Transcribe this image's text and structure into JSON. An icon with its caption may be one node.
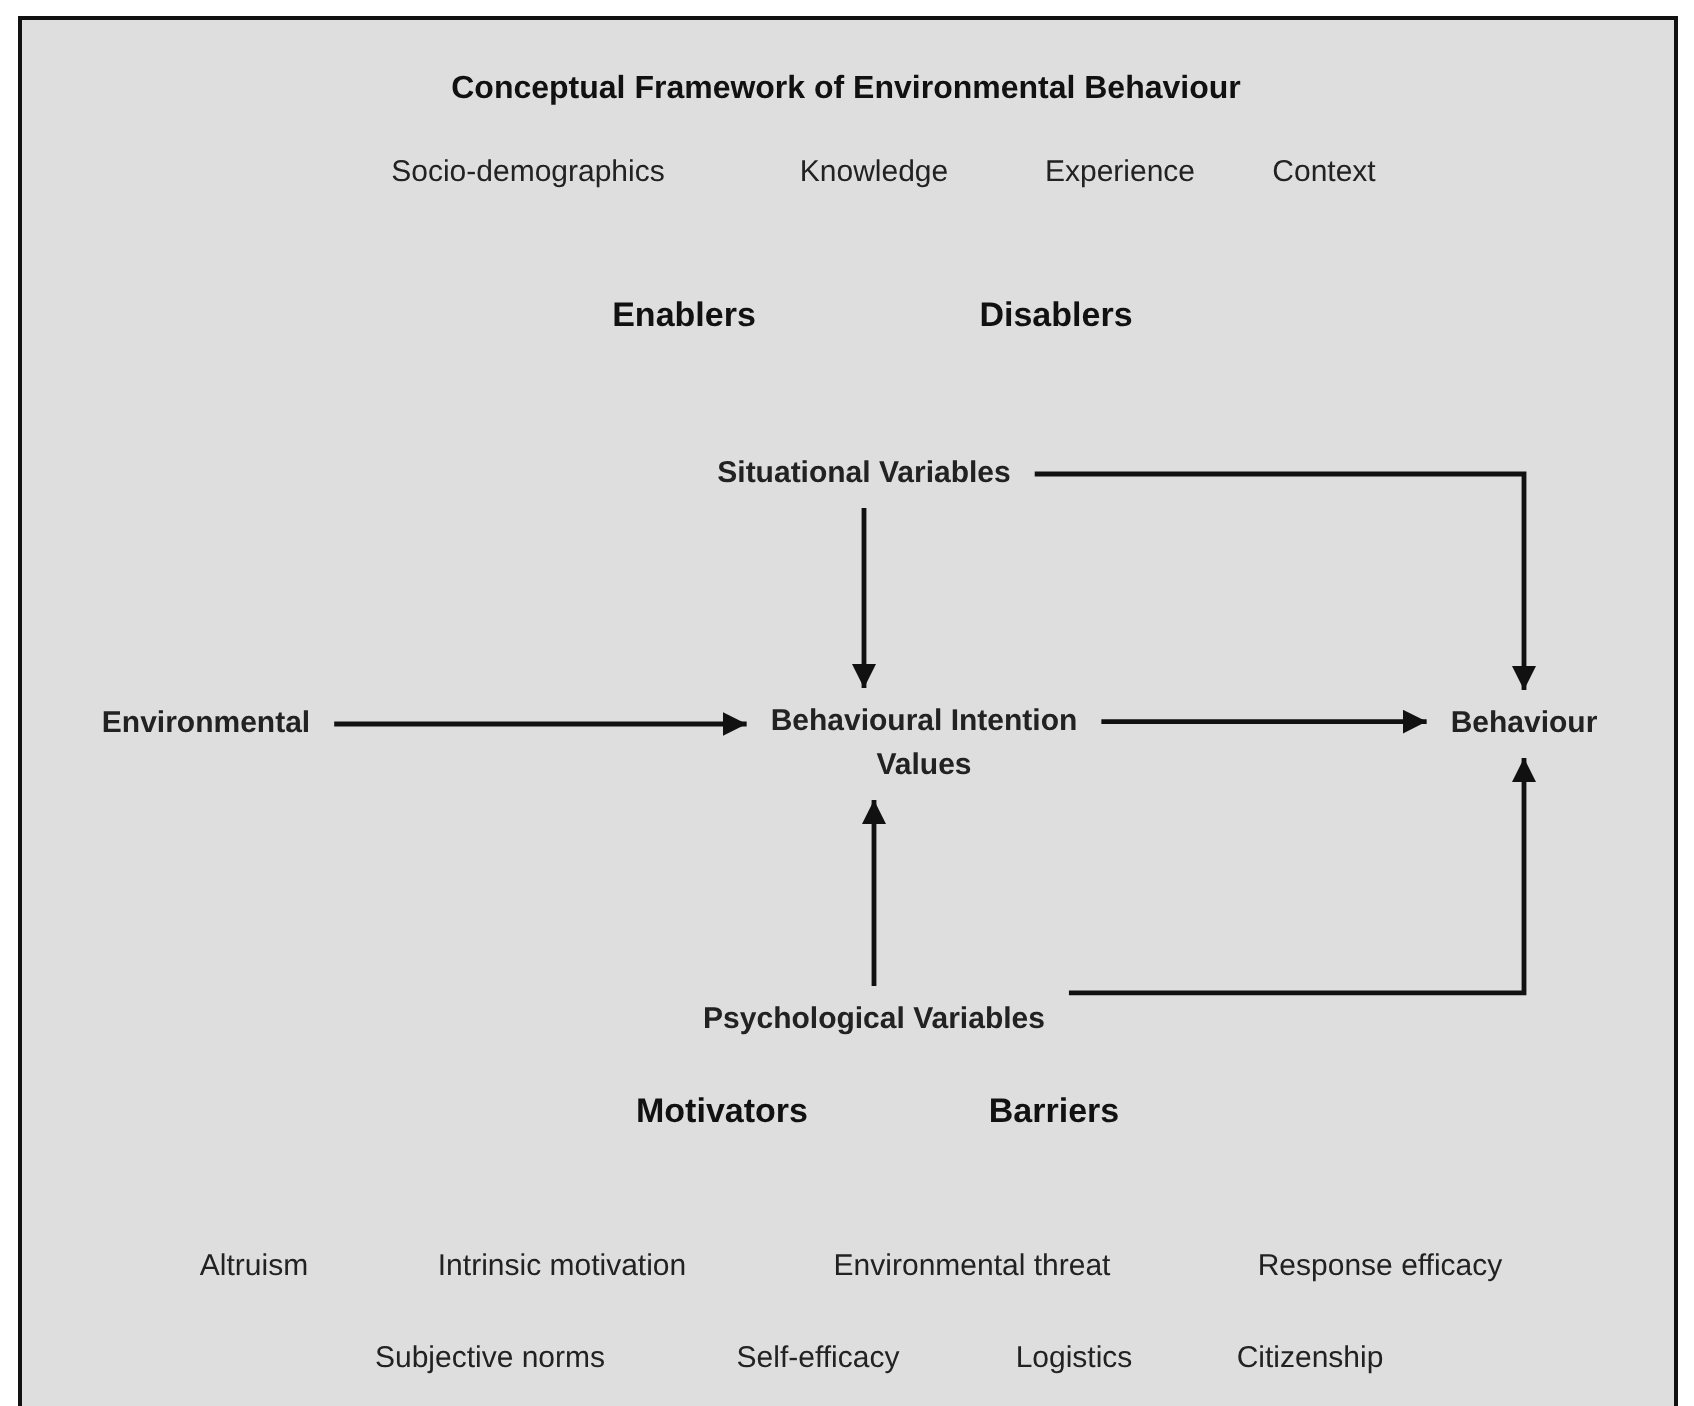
{
  "diagram": {
    "title": "Conceptual Framework of Environmental Behaviour",
    "nodes": [
      {
        "text": [
          "Situational Variables"
        ]
      },
      {
        "text": [
          "Environmental"
        ]
      },
      {
        "text": [
          "Behavioural Intention",
          "Values"
        ]
      },
      {
        "text": [
          "Behaviour"
        ]
      },
      {
        "text": [
          "Psychological Variables"
        ]
      }
    ],
    "edges": [
      {
        "from": 0,
        "to": 3,
        "arrow": "to"
      },
      {
        "from": 0,
        "to": 2,
        "arrow": "to"
      },
      {
        "from": 1,
        "to": 2,
        "arrow": "to"
      },
      {
        "from": 2,
        "to": 3,
        "arrow": "to"
      },
      {
        "from": 4,
        "to": 2,
        "arrow": "to"
      },
      {
        "from": 4,
        "to": 3,
        "arrow": "to"
      }
    ],
    "labels": [
      "Socio-demographics",
      "Knowledge",
      "Experience",
      "Context",
      "Enablers",
      "Disablers",
      "Motivators",
      "Barriers",
      "Altruism",
      "Intrinsic motivation",
      "Environmental threat",
      "Response efficacy",
      "Subjective norms",
      "Self-efficacy",
      "Logistics",
      "Citizenship"
    ]
  }
}
